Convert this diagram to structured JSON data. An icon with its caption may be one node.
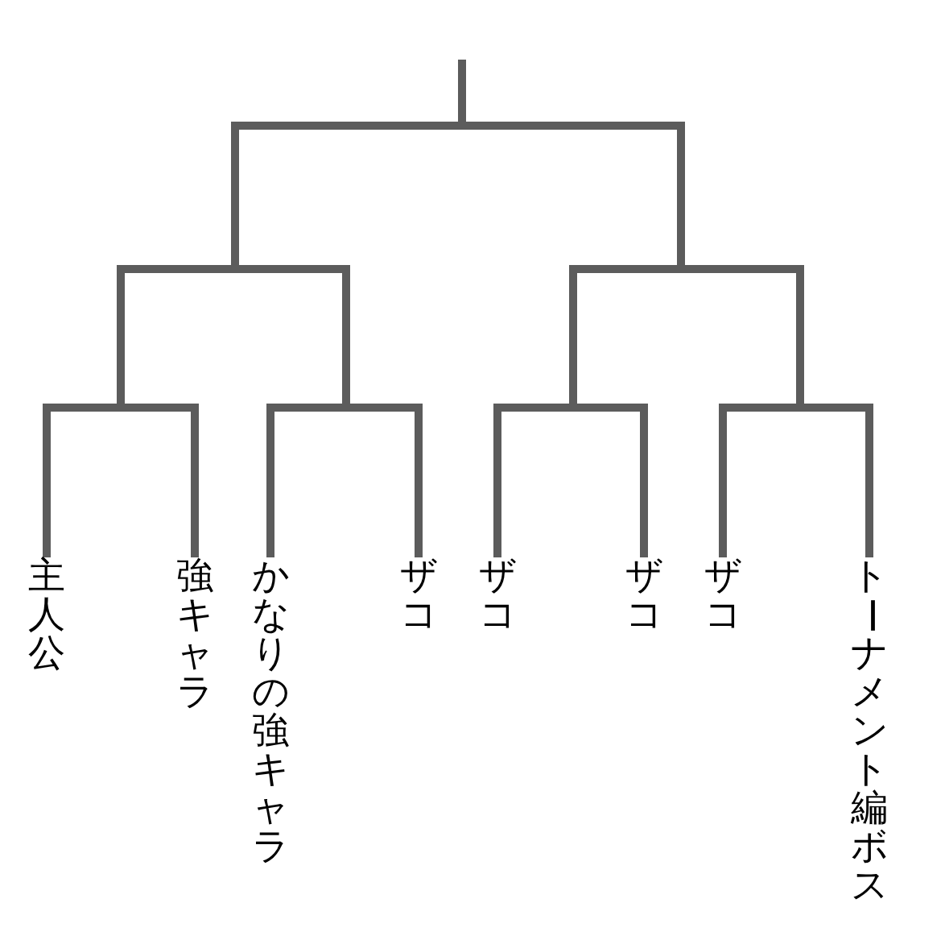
{
  "diagram": {
    "nodes": [
      {
        "text": [
          "主人公"
        ]
      },
      {
        "text": [
          "強キャラ"
        ]
      },
      {
        "text": [
          "かなりの強キャラ"
        ]
      },
      {
        "text": [
          "ザコ"
        ]
      },
      {
        "text": [
          "ザコ"
        ]
      },
      {
        "text": [
          "ザコ"
        ]
      },
      {
        "text": [
          "ザコ"
        ]
      },
      {
        "text": [
          "トーナメント編ボス"
        ]
      }
    ],
    "edges": [
      {
        "from": 0,
        "to": null,
        "arrow": "none"
      },
      {
        "from": 1,
        "to": null,
        "arrow": "none"
      },
      {
        "from": 2,
        "to": null,
        "arrow": "none"
      },
      {
        "from": 3,
        "to": null,
        "arrow": "none"
      },
      {
        "from": 4,
        "to": null,
        "arrow": "none"
      },
      {
        "from": 5,
        "to": null,
        "arrow": "none"
      },
      {
        "from": 6,
        "to": null,
        "arrow": "none"
      },
      {
        "from": 7,
        "to": null,
        "arrow": "none"
      }
    ]
  }
}
